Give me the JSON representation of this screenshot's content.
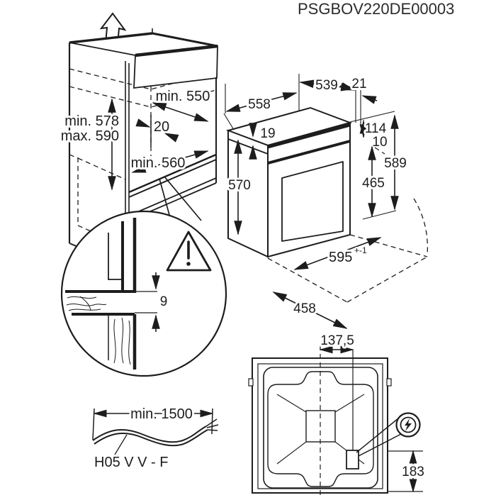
{
  "title": {
    "doc_code": "PSGBOV220DE00003"
  },
  "colors": {
    "line": "#1d1d1d",
    "background": "#ffffff"
  },
  "icons": {
    "lift_direction": "up-arrow",
    "warning": "warning-triangle-exclamation",
    "power_connection": "lightning-bolt"
  },
  "cabinet_cutout": {
    "depth_min": "min. 550",
    "rear_vent_offset": "20",
    "height_min": "min. 578",
    "height_max": "max. 590",
    "width_min": "min. 560"
  },
  "oven_dimensions": {
    "depth_total": "558",
    "width_body_top": "539",
    "front_lip": "21",
    "top_edge": "19",
    "control_panel_height": "114",
    "gap_below_panel": "10",
    "height_total": "589",
    "door_height": "465",
    "body_height": "570",
    "front_width": "595",
    "front_width_tolerance": "+-1",
    "depth_body": "458"
  },
  "vent_detail": {
    "gap": "9"
  },
  "power_cable": {
    "length_min": "min. 1500",
    "cable_type": "H05 V V - F"
  },
  "rear_view": {
    "conduit_offset_from_center": "137,5",
    "connection_height": "183"
  }
}
